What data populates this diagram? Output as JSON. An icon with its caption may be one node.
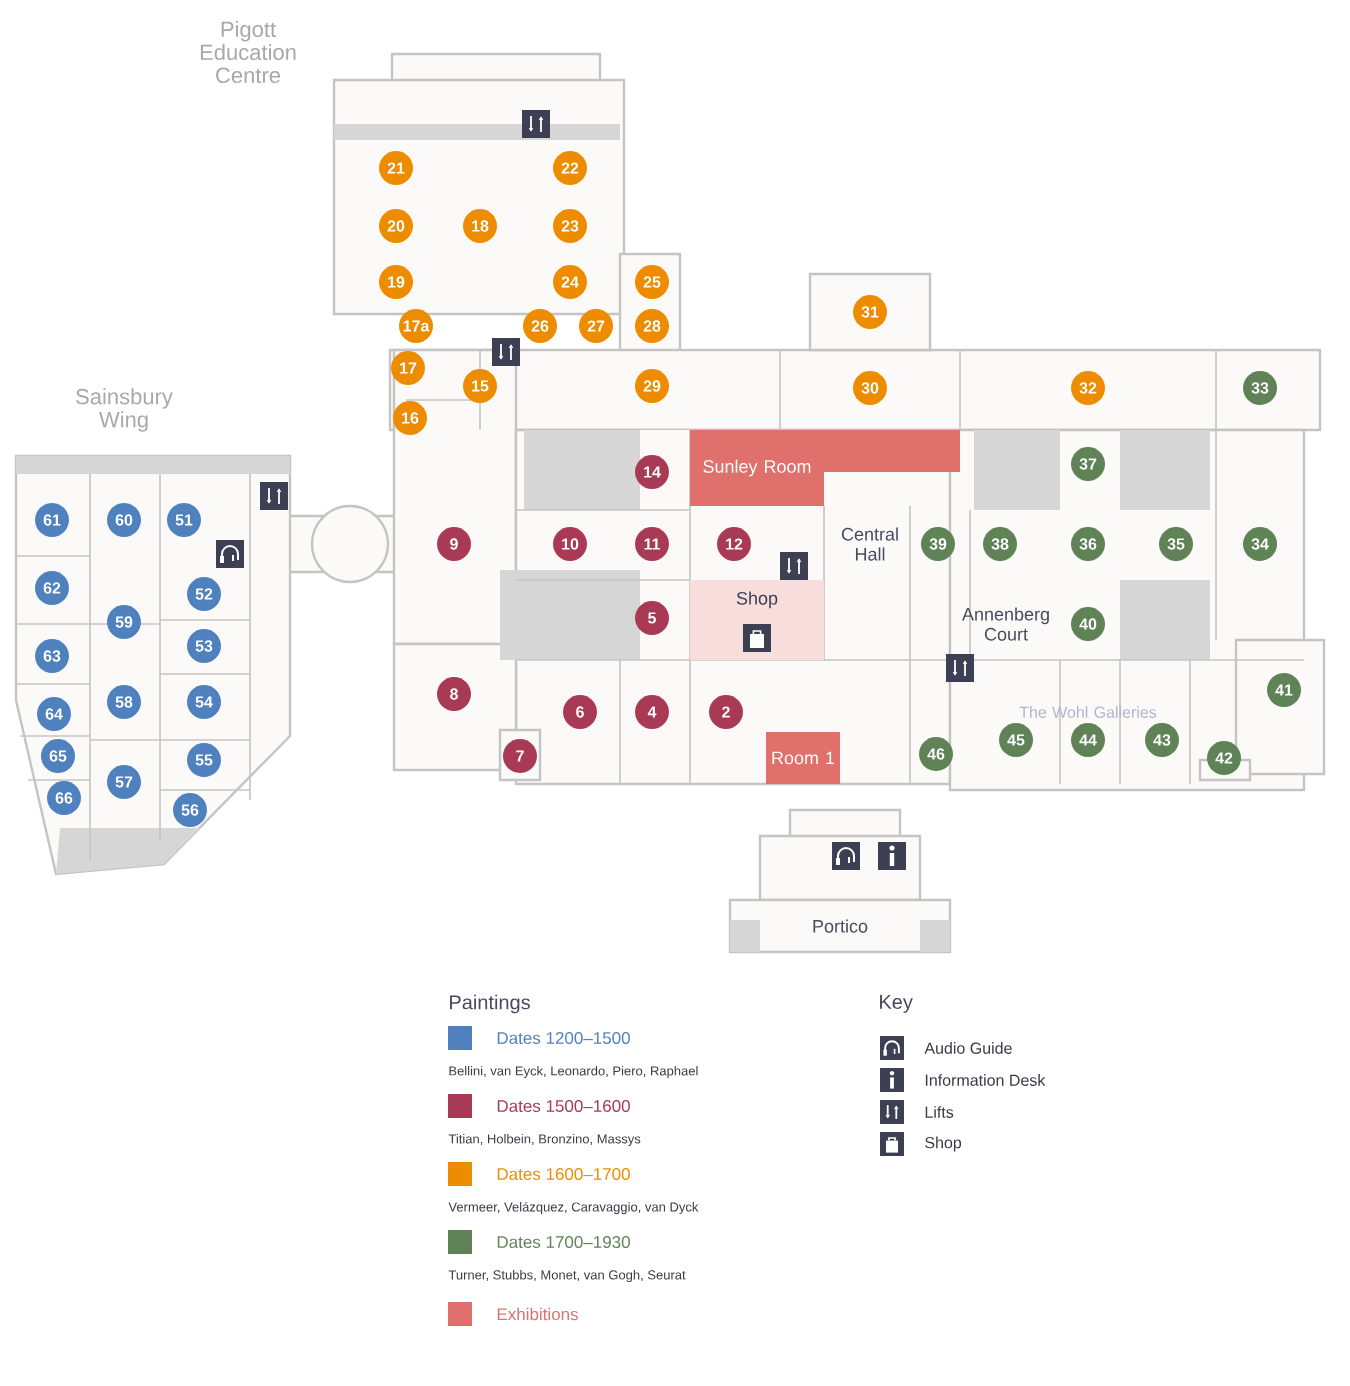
{
  "diagram": {
    "nodes": [
      {
        "text": [
          "21"
        ]
      },
      {
        "text": [
          "22"
        ]
      },
      {
        "text": [
          "20"
        ]
      },
      {
        "text": [
          "18"
        ]
      },
      {
        "text": [
          "23"
        ]
      },
      {
        "text": [
          "19"
        ]
      },
      {
        "text": [
          "24"
        ]
      },
      {
        "text": [
          "25"
        ]
      },
      {
        "text": [
          "31"
        ]
      },
      {
        "text": [
          "17a"
        ]
      },
      {
        "text": [
          "26"
        ]
      },
      {
        "text": [
          "27"
        ]
      },
      {
        "text": [
          "28"
        ]
      },
      {
        "text": [
          "17"
        ]
      },
      {
        "text": [
          "15"
        ]
      },
      {
        "text": [
          "29"
        ]
      },
      {
        "text": [
          "30"
        ]
      },
      {
        "text": [
          "32"
        ]
      },
      {
        "text": [
          "33"
        ]
      },
      {
        "text": [
          "16"
        ]
      },
      {
        "text": [
          "Sunley Room"
        ]
      },
      {
        "text": [
          "37"
        ]
      },
      {
        "text": [
          "14"
        ]
      },
      {
        "text": [
          "61"
        ]
      },
      {
        "text": [
          "60"
        ]
      },
      {
        "text": [
          "51"
        ]
      },
      {
        "text": [
          "9"
        ]
      },
      {
        "text": [
          "10"
        ]
      },
      {
        "text": [
          "11"
        ]
      },
      {
        "text": [
          "12"
        ]
      },
      {
        "text": [
          "39"
        ]
      },
      {
        "text": [
          "38"
        ]
      },
      {
        "text": [
          "36"
        ]
      },
      {
        "text": [
          "35"
        ]
      },
      {
        "text": [
          "34"
        ]
      },
      {
        "text": [
          "62"
        ]
      },
      {
        "text": [
          "52"
        ]
      },
      {
        "text": [
          "Shop"
        ]
      },
      {
        "text": [
          "5"
        ]
      },
      {
        "text": [
          "59"
        ]
      },
      {
        "text": [
          "40"
        ]
      },
      {
        "text": [
          "53"
        ]
      },
      {
        "text": [
          "63"
        ]
      },
      {
        "text": [
          "41"
        ]
      },
      {
        "text": [
          "8"
        ]
      },
      {
        "text": [
          "58"
        ]
      },
      {
        "text": [
          "54"
        ]
      },
      {
        "text": [
          "6"
        ]
      },
      {
        "text": [
          "4"
        ]
      },
      {
        "text": [
          "2"
        ]
      },
      {
        "text": [
          "64"
        ]
      },
      {
        "text": [
          "45"
        ]
      },
      {
        "text": [
          "44"
        ]
      },
      {
        "text": [
          "43"
        ]
      },
      {
        "text": [
          "46"
        ]
      },
      {
        "text": [
          "65"
        ]
      },
      {
        "text": [
          "7"
        ]
      },
      {
        "text": [
          "42"
        ]
      },
      {
        "text": [
          "Room 1"
        ]
      },
      {
        "text": [
          "55"
        ]
      },
      {
        "text": [
          "57"
        ]
      },
      {
        "text": [
          "66"
        ]
      },
      {
        "text": [
          "56"
        ]
      }
    ],
    "labels": [
      "Pigott Education Centre",
      "Sainsbury Wing",
      "Central Hall",
      "Annenberg Court",
      "The Wohl Galleries",
      "Portico",
      "Paintings",
      "Bellini, van Eyck, Leonardo, Piero, Raphael",
      "Titian, Holbein, Bronzino, Massys",
      "Vermeer, Velázquez, Caravaggio, van Dyck",
      "Turner, Stubbs, Monet, van Gogh, Seurat",
      "Key"
    ],
    "legend": [
      {
        "text": "Dates 1200–1500",
        "color": "#4f81bf"
      },
      {
        "text": "Dates 1500–1600",
        "color": "#a83a55"
      },
      {
        "text": "Dates 1600–1700",
        "color": "#ee8c00"
      },
      {
        "text": "Dates 1700–1930",
        "color": "#5f8257"
      },
      {
        "text": "Exhibitions",
        "color": "#e0706c"
      },
      {
        "text": "Audio Guide"
      },
      {
        "text": "Information Desk"
      },
      {
        "text": "Lifts"
      },
      {
        "text": "Shop"
      }
    ]
  }
}
